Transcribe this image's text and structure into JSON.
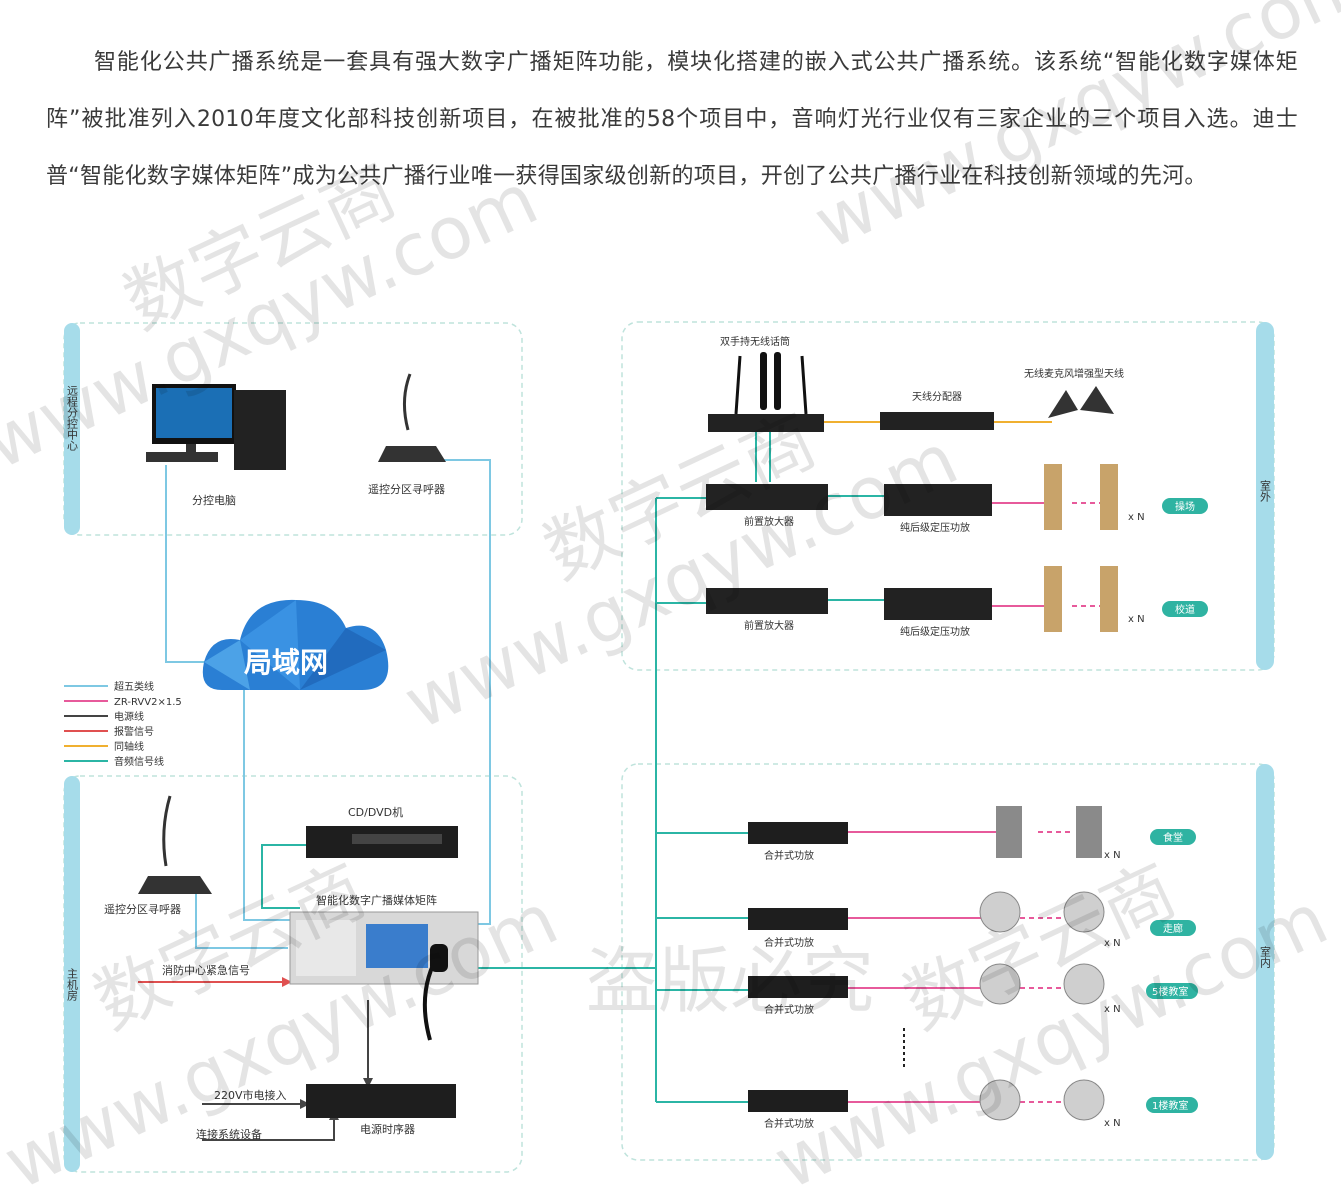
{
  "intro": "智能化公共广播系统是一套具有强大数字广播矩阵功能，模块化搭建的嵌入式公共广播系统。该系统“智能化数字媒体矩阵”被批准列入2010年度文化部科技创新项目，在被批准的58个项目中，音响灯光行业仅有三家企业的三个项目入选。迪士普“智能化数字媒体矩阵”成为公共广播行业唯一获得国家级创新的项目，开创了公共广播行业在科技创新领域的先河。",
  "zones": {
    "remote": "远程分控中心",
    "main": "主机房",
    "outdoor": "室外",
    "indoor": "室内"
  },
  "network": "局域网",
  "legend": [
    {
      "label": "超五类线",
      "color": "#7ec8e3"
    },
    {
      "label": "ZR-RVV2×1.5",
      "color": "#e75a9b"
    },
    {
      "label": "电源线",
      "color": "#444444"
    },
    {
      "label": "报警信号",
      "color": "#e05050"
    },
    {
      "label": "同轴线",
      "color": "#f0b030"
    },
    {
      "label": "音频信号线",
      "color": "#2bb5a5"
    }
  ],
  "devices": {
    "pc": "分控电脑",
    "remote_pager_top": "遥控分区寻呼器",
    "cd": "CD/DVD机",
    "matrix": "智能化数字广播媒体矩阵",
    "remote_pager_bottom": "遥控分区寻呼器",
    "fire_signal": "消防中心紧急信号",
    "power_in": "220V市电接入",
    "connect": "连接系统设备",
    "sequencer": "电源时序器",
    "mic": "双手持无线话筒",
    "antenna_splitter": "天线分配器",
    "antenna": "无线麦克风增强型天线",
    "preamp": "前置放大器",
    "poweramp": "纯后级定压功放",
    "mixamp": "合并式功放",
    "xn": "x N"
  },
  "areas": [
    "操场",
    "校道",
    "食堂",
    "走廊",
    "5楼教室",
    "1楼教室"
  ],
  "watermarks": {
    "site": "数字云商",
    "url": "www.gxqyw.com",
    "piracy": "盗版必究"
  },
  "colors": {
    "zone_bar": "#a6dcea",
    "zone_border": "#bfe3dc",
    "teal": "#2bb5a5",
    "pink": "#e75a9b",
    "blue": "#7ec8e3",
    "pill": "#2fb3a2"
  }
}
